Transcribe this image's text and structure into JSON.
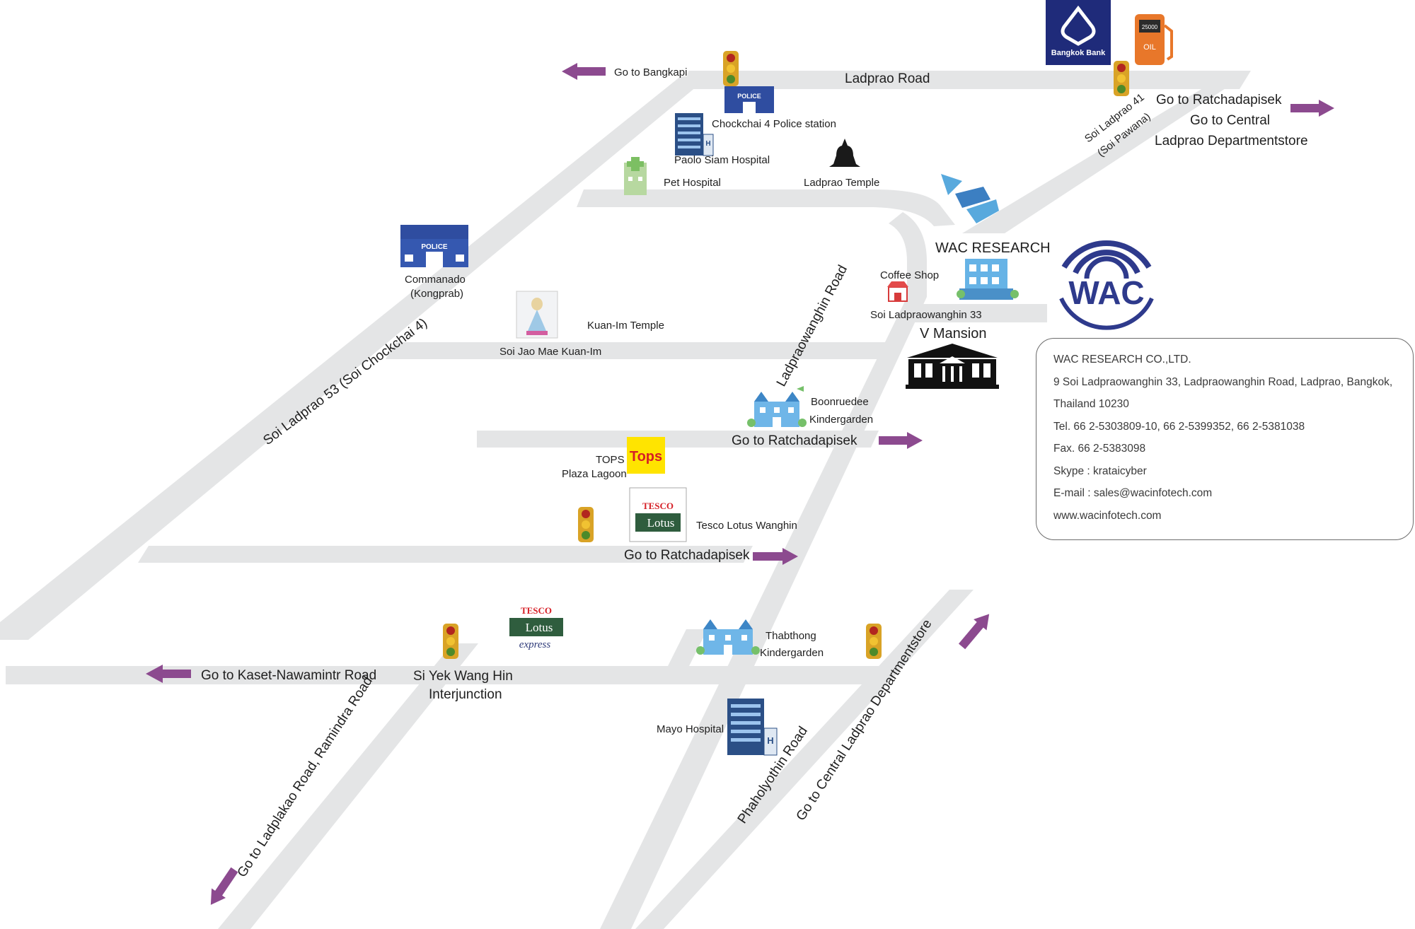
{
  "roads": {
    "ladprao": "Ladprao Road",
    "soi_ladprao_53": "Soi Ladprao 53 (Soi Chockchai 4)",
    "soi_ladprao_41": "Soi Ladprao 41",
    "soi_pawana": "(Soi Pawana)",
    "ladpraowanghin": "Ladpraowanghin Road",
    "soi_ladpraowanghin_33": "Soi Ladpraowanghin 33",
    "soi_jao_mae": "Soi Jao Mae Kuan-Im",
    "phaholyothin": "Phaholyothin Road"
  },
  "directions": {
    "bangkapi": "Go to Bangkapi",
    "ratchadapisek_top": "Go to Ratchadapisek",
    "central_top": "Go to Central",
    "central_top_2": "Ladprao Departmentstore",
    "ratchadapisek_mid": "Go to Ratchadapisek",
    "ratchadapisek_low": "Go to Ratchadapisek",
    "kaset": "Go to Kaset-Nawamintr Road",
    "ladplakao": "Go to Ladplakao Road, Ramindra Road",
    "central_bottom": "Go to Central Ladprao Departmentstore"
  },
  "places": {
    "bangkok_bank": "Bangkok Bank",
    "oil": "OIL",
    "oil_price": "25000",
    "police_station": "Chockchai 4 Police station",
    "police_sign": "POLICE",
    "paolo": "Paolo Siam Hospital",
    "pet_hospital": "Pet Hospital",
    "ladprao_temple": "Ladprao Temple",
    "commando_1": "Commanado",
    "commando_2": "(Kongprab)",
    "kuanim_temple": "Kuan-Im Temple",
    "wac_research": "WAC RESEARCH",
    "coffee_shop": "Coffee Shop",
    "v_mansion": "V Mansion",
    "boonruedee_1": "Boonruedee",
    "boonruedee_2": "Kindergarden",
    "tops_1": "TOPS",
    "tops_2": "Plaza Lagoon",
    "tops_logo": "Tops",
    "tesco_wanghin": "Tesco Lotus Wanghin",
    "tesco_word": "TESCO",
    "lotus_word": "Lotus",
    "express_word": "express",
    "siyek_1": "Si Yek Wang Hin",
    "siyek_2": "Interjunction",
    "thabthong_1": "Thabthong",
    "thabthong_2": "Kindergarden",
    "mayo": "Mayo Hospital",
    "hospital_h": "H"
  },
  "logo": {
    "text": "WAC"
  },
  "contact": {
    "company": "WAC RESEARCH CO.,LTD.",
    "address_1": "9 Soi Ladpraowanghin 33, Ladpraowanghin Road, Ladprao, Bangkok,",
    "address_2": "Thailand 10230",
    "tel": "Tel. 66 2-5303809-10, 66 2-5399352, 66 2-5381038",
    "fax": "Fax. 66 2-5383098",
    "skype": "Skype : krataicyber",
    "email": "E-mail : sales@wacinfotech.com",
    "web": "www.wacinfotech.com"
  },
  "colors": {
    "road": "#e4e5e6",
    "arrow": "#8c4a8f",
    "building": "#5aa0d8",
    "police": "#2f4da0",
    "bank": "#1f2b7a"
  }
}
